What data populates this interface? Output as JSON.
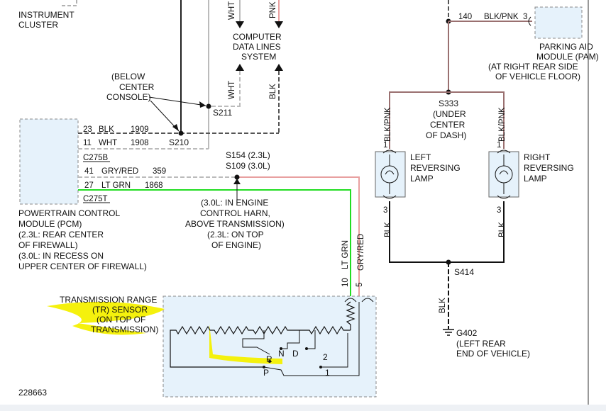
{
  "diagram": {
    "id": "228663",
    "instrument_cluster": [
      "INSTRUMENT",
      "CLUSTER"
    ],
    "computer_data_lines": [
      "COMPUTER",
      "DATA LINES",
      "SYSTEM"
    ],
    "pcm": {
      "lines": [
        "POWERTRAIN CONTROL",
        "MODULE (PCM)",
        "(2.3L: REAR CENTER",
        "OF FIREWALL)",
        "(3.0L: IN RECESS ON",
        "UPPER CENTER OF FIREWALL)"
      ],
      "connector_top": "C275B",
      "connector_bottom": "C275T",
      "pins": [
        {
          "pin": "23",
          "color": "BLK",
          "circuit": "1909"
        },
        {
          "pin": "11",
          "color": "WHT",
          "circuit": "1908"
        },
        {
          "pin": "41",
          "color": "GRY/RED",
          "circuit": "359"
        },
        {
          "pin": "27",
          "color": "LT GRN",
          "circuit": "1868"
        }
      ]
    },
    "below_console_note": [
      "(BELOW",
      "CENTER",
      "CONSOLE)"
    ],
    "splices": {
      "s211": "S211",
      "s210": "S210",
      "s154": "S154  (2.3L)",
      "s109": "S109  (3.0L)",
      "s333": "S333",
      "s414": "S414"
    },
    "splice_note": [
      "(3.0L: IN ENGINE",
      "CONTROL HARN,",
      "ABOVE TRANSMISSION)",
      "(2.3L: ON TOP",
      "OF ENGINE)"
    ],
    "dash_note": [
      "(UNDER",
      "CENTER",
      "OF DASH)"
    ],
    "wire_colors": {
      "wht": "WHT",
      "pnk": "PNK",
      "blk": "BLK",
      "blk_pnk": "BLK/PNK",
      "lt_grn": "LT GRN",
      "gry_red": "GRY/RED"
    },
    "pam": {
      "lines": [
        "PARKING AID",
        "MODULE (PAM)",
        "(AT RIGHT REAR SIDE",
        "OF VEHICLE FLOOR)"
      ],
      "circuit": "140",
      "color": "BLK/PNK",
      "pin": "3"
    },
    "left_lamp": [
      "LEFT",
      "REVERSING",
      "LAMP"
    ],
    "right_lamp": [
      "RIGHT",
      "REVERSING",
      "LAMP"
    ],
    "lamp_pins": {
      "top": "1",
      "bottom": "3"
    },
    "ground": {
      "id": "G402",
      "lines": [
        "(LEFT REAR",
        "END OF VEHICLE)"
      ]
    },
    "tr_sensor": {
      "lines": [
        "TRANSMISSION RANGE",
        "(TR) SENSOR",
        "(ON TOP OF",
        "TRANSMISSION)"
      ],
      "pin_lt_grn": "10",
      "pin_gry_red": "5",
      "positions": {
        "r": "R",
        "n": "N",
        "d": "D",
        "p": "P",
        "two": "2",
        "one": "1"
      }
    }
  },
  "colors": {
    "lt_grn_wire": "#22dd22",
    "pink_wire": "#e8a0a0",
    "brown_wire": "#9a7070",
    "highlight": "#f4f000",
    "sensor_bg": "#e6f2fb",
    "module_bg": "#e6f2fb"
  }
}
